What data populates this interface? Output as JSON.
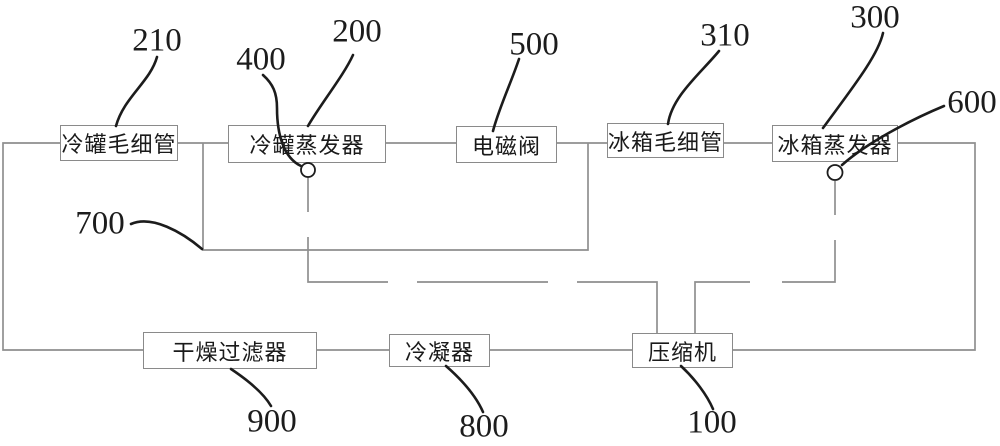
{
  "diagram": {
    "kind": "refrigeration-system-schematic",
    "colors": {
      "background": "#ffffff",
      "pipe_line": "#8f8f8f",
      "box_border": "#8a8a8a",
      "leader_line": "#1c1c1c",
      "text": "#1a1a1a"
    }
  },
  "boxes": [
    {
      "label": "冷罐毛细管",
      "ref": "210"
    },
    {
      "label": "冷罐蒸发器",
      "ref": "200"
    },
    {
      "label": "电磁阀",
      "ref": "500"
    },
    {
      "label": "冰箱毛细管",
      "ref": "310"
    },
    {
      "label": "冰箱蒸发器",
      "ref": "300"
    },
    {
      "label": "干燥过滤器",
      "ref": "900"
    },
    {
      "label": "冷凝器",
      "ref": "800"
    },
    {
      "label": "压缩机",
      "ref": "100"
    }
  ],
  "ref_labels": [
    {
      "text": "210",
      "points_to": "cold-tank-capillary-box"
    },
    {
      "text": "400",
      "points_to": "left-port-circle"
    },
    {
      "text": "200",
      "points_to": "cold-tank-evaporator-box"
    },
    {
      "text": "500",
      "points_to": "solenoid-valve-box"
    },
    {
      "text": "310",
      "points_to": "fridge-capillary-box"
    },
    {
      "text": "300",
      "points_to": "fridge-evaporator-box"
    },
    {
      "text": "600",
      "points_to": "right-port-circle"
    },
    {
      "text": "700",
      "points_to": "bypass-pipe"
    },
    {
      "text": "900",
      "points_to": "drying-filter-box"
    },
    {
      "text": "800",
      "points_to": "condenser-box"
    },
    {
      "text": "100",
      "points_to": "compressor-box"
    }
  ]
}
